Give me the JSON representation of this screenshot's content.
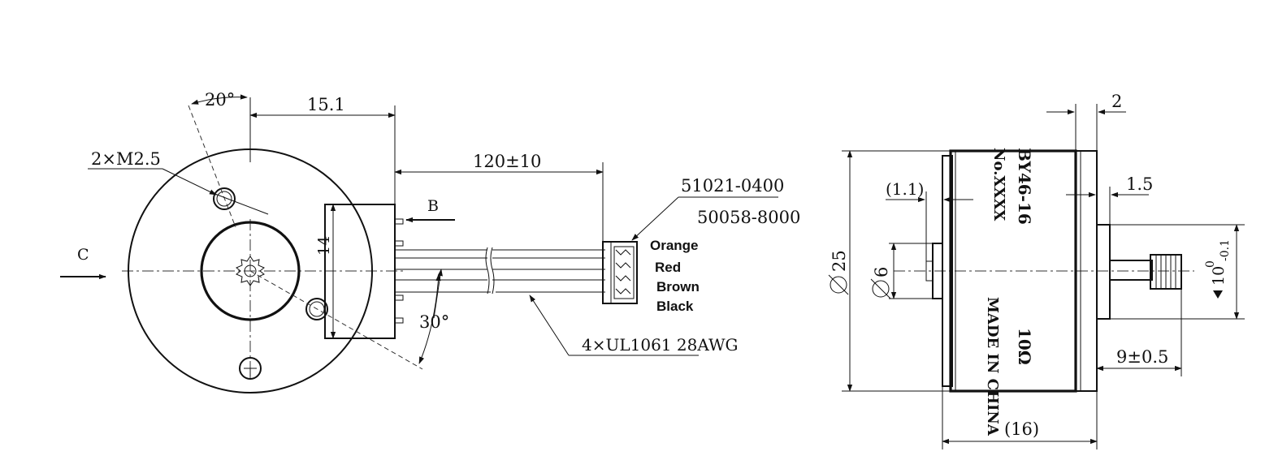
{
  "front_view": {
    "dim_angle_top": "20°",
    "dim_width": "15.1",
    "dim_holes": "2×M2.5",
    "dim_cable_length": "120±10",
    "dim_height": "14",
    "dim_angle_bottom": "30°",
    "view_arrow_b": "B",
    "view_arrow_c": "C"
  },
  "connector": {
    "part_1": "51021-0400",
    "part_2": "50058-8000",
    "wires": [
      "Orange",
      "Red",
      "Brown",
      "Black"
    ],
    "cable_spec": "4×UL1061 28AWG"
  },
  "side_view": {
    "dim_diameter": "25",
    "dim_shaft_diameter": "6",
    "dim_boss": "(1.1)",
    "dim_top": "2",
    "dim_flange": "1.5",
    "dim_gear": "10",
    "dim_gear_tol_upper": "0",
    "dim_gear_tol_lower": "-0.1",
    "dim_shaft_length": "9±0.5",
    "dim_body_length": "(16)",
    "label_model": "BY46-16",
    "label_no": "No.XXXX",
    "label_resistance": "10Ω",
    "label_origin": "MADE IN CHINA"
  }
}
